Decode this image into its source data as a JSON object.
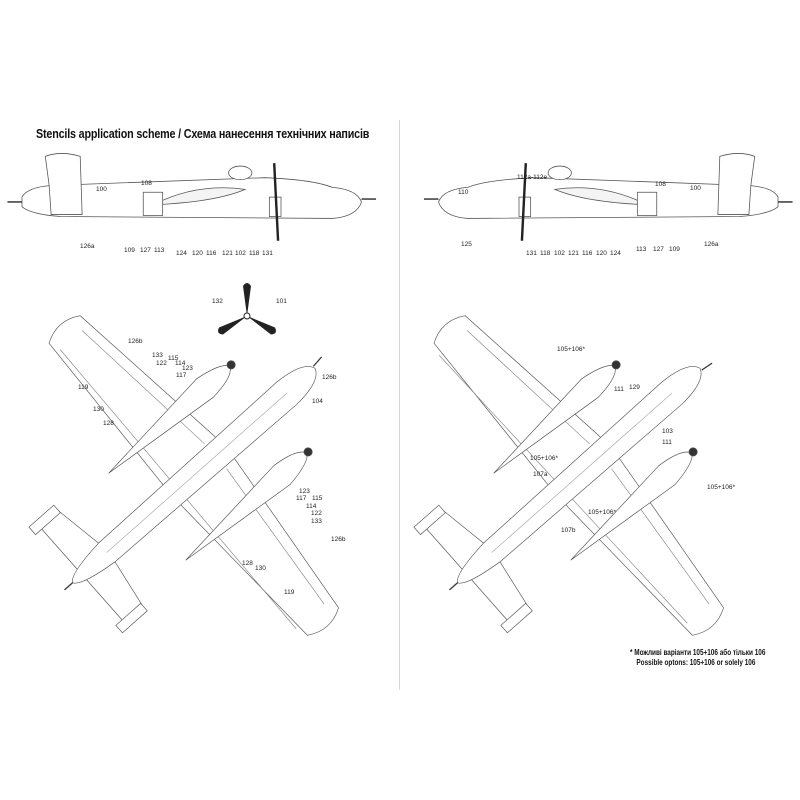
{
  "title": "Stencils application scheme / Схема нанесення технічних написів",
  "side_left": [
    "100",
    "108",
    "126a",
    "109",
    "127",
    "113",
    "124",
    "120",
    "116",
    "121",
    "102",
    "118",
    "131"
  ],
  "side_right": [
    "110",
    "112a-112e",
    "108",
    "100",
    "125",
    "131",
    "118",
    "102",
    "121",
    "116",
    "120",
    "124",
    "113",
    "127",
    "109",
    "126a"
  ],
  "propeller": [
    "132",
    "101"
  ],
  "top_view": [
    "126b",
    "133",
    "115",
    "122",
    "114",
    "123",
    "117",
    "119",
    "130",
    "128",
    "126b",
    "104",
    "123",
    "117",
    "115",
    "114",
    "122",
    "133",
    "126b",
    "128",
    "130",
    "119"
  ],
  "bottom_view": [
    "105+106*",
    "111",
    "129",
    "103",
    "111",
    "105+106*",
    "107a",
    "105+106*",
    "105+106*",
    "107b"
  ],
  "caption": {
    "line1": "*  Можливі варіанти 105+106 або тільки 106",
    "line2": "Possible optons: 105+106 or solely 106"
  }
}
